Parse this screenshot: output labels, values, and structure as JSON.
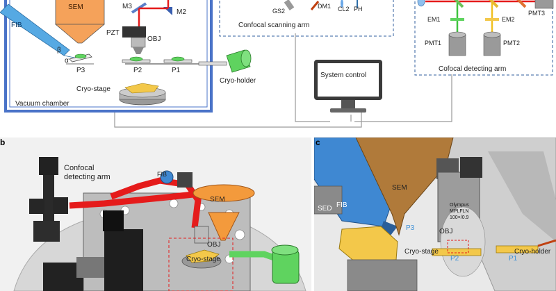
{
  "panel_a": {
    "labels": {
      "fib": "FIB",
      "sem": "SEM",
      "m3": "M3",
      "m2": "M2",
      "pzt": "PZT",
      "obj": "OBJ",
      "beta": "β",
      "alpha": "α",
      "p3": "P3",
      "p2": "P2",
      "p1": "P1",
      "cryo_stage": "Cryo-stage",
      "cryo_holder": "Cryo-holder",
      "vacuum_chamber": "Vacuum chamber",
      "gs2": "GS2",
      "dm1": "DM1",
      "cl2": "CL2",
      "ph": "PH",
      "confocal_scanning_arm": "Confocal scanning arm",
      "system_control": "System control",
      "em1": "EM1",
      "em2": "EM2",
      "pmt1": "PMT1",
      "pmt2": "PMT2",
      "pmt3": "PMT3",
      "cofocal_detecting_arm": "Cofocal detecting arm"
    }
  },
  "panel_b": {
    "letter": "b",
    "labels": {
      "confocal_detecting_arm": "Confocal\ndetecting arm",
      "fib": "FIB",
      "sem": "SEM",
      "obj": "OBJ",
      "cryo_stage": "Cryo-stage"
    }
  },
  "panel_c": {
    "letter": "c",
    "labels": {
      "sem": "SEM",
      "sed": "SED",
      "fib": "FIB",
      "p3": "P3",
      "p2": "P2",
      "p1": "P1",
      "cryo_stage": "Cryo-stage",
      "cryo_holder": "Cryo-holder",
      "obj": "OBJ",
      "olympus_line1": "Olympus",
      "olympus_line2": "MPLFLN",
      "olympus_line3": "100×/0.9"
    }
  },
  "colors": {
    "chamber_frame": "#4a73c8",
    "sem_orange": "#f5a25a",
    "fib_blue": "#56a9e3",
    "laser_red": "#e51b1b",
    "cryo_green": "#5fd35f",
    "stage_yellow": "#f3c84a",
    "dashed_box": "#2f5c9c"
  }
}
